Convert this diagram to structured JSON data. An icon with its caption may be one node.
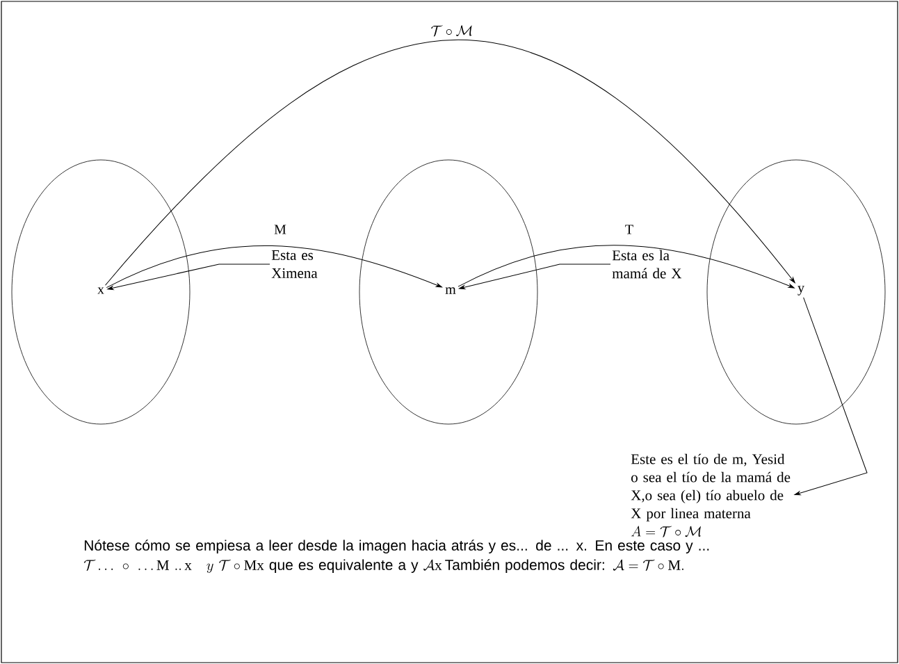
{
  "diagram": {
    "nodes": [
      {
        "text": [],
        "shape": "ellipse"
      },
      {
        "text": [
          "x"
        ],
        "in": 0
      },
      {
        "text": [],
        "shape": "ellipse"
      },
      {
        "text": [
          "m"
        ],
        "in": 2
      },
      {
        "text": [],
        "shape": "ellipse"
      },
      {
        "text": [
          "y"
        ],
        "in": 4
      },
      {
        "text": [
          "Esta es Ximena"
        ]
      },
      {
        "text": [
          "Esta es la mamá de X"
        ]
      },
      {
        "text": [
          "Este es el tío de m, Yesid o sea el tío  de la mamá de X,o sea (el) tío abuelo de X por linea materna",
          "A = \\mathcal{T}\\circ\\mathcal{M}"
        ]
      }
    ],
    "edges": [
      {
        "from": 1,
        "to": 3,
        "arrow": "to",
        "label": "M"
      },
      {
        "from": 3,
        "to": 5,
        "arrow": "to",
        "label": "T"
      },
      {
        "from": 1,
        "to": 5,
        "arrow": "to",
        "label": "\\mathcal{T}\\circ\\mathcal{M}"
      },
      {
        "from": 6,
        "to": 1,
        "arrow": "to"
      },
      {
        "from": 7,
        "to": 3,
        "arrow": "to"
      },
      {
        "from": 5,
        "to": 8,
        "arrow": "to"
      }
    ],
    "labels": [
      "Nótese cómo se empiesa a leer desde la imagen hacia atrás y es... de ... x. En este caso y ...",
      "\\mathcal{T}\\ldots\\ \\circ\\ \\ldots\\mathrm{M}\\ ..\\,\\mathrm{x}\\quad y\\ \\mathcal{T}\\circ\\mathrm{Mx}",
      "que es equivalente a y",
      "\\mathcal{A}\\mathrm{x}",
      "También podemos decir:",
      "\\mathcal{A} = \\mathcal{T}\\circ\\mathrm{M}."
    ]
  }
}
